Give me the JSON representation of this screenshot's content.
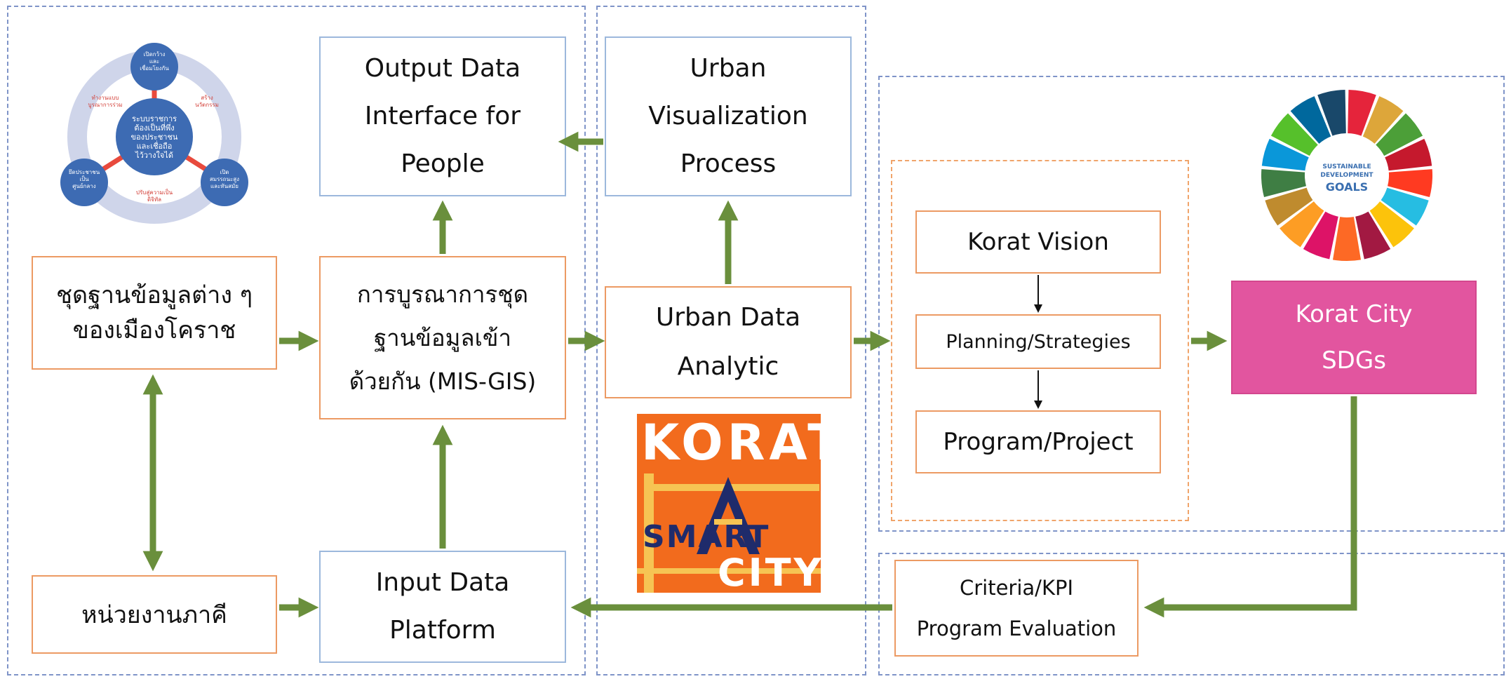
{
  "boxes": {
    "thai_datasets": "ชุดฐานข้อมูลต่าง ๆ\nของเมืองโคราช",
    "thai_partners": "หน่วยงานภาคี",
    "integration": "การบูรณาการชุด\nฐานข้อมูลเข้า\nด้วยกัน (MIS-GIS)",
    "output_interface": "Output Data\nInterface for\nPeople",
    "input_platform": "Input Data\nPlatform",
    "urban_visualization": "Urban\nVisualization\nProcess",
    "urban_analytic": "Urban Data\nAnalytic",
    "korat_vision": "Korat Vision",
    "planning": "Planning/Strategies",
    "program_project": "Program/Project",
    "korat_sdgs": "Korat City\nSDGs",
    "criteria_kpi": "Criteria/KPI\nProgram Evaluation"
  },
  "circle_diagram": {
    "center": "ระบบราชการ\nต้องเป็นที่พึ่ง\nของประชาชน\nและเชื่อถือ\nไว้วางใจได้",
    "top": "เปิดกว้าง\nและ\nเชื่อมโยงกัน",
    "left": "ยึดประชาชน\nเป็น\nศูนย์กลาง",
    "right": "เปิด\nสมรรถนะสูง\nและทันสมัย",
    "label_top_left": "ทำงานแบบ\nบูรณาการร่วม",
    "label_top_right": "สร้าง\nนวัตกรรม",
    "label_bottom": "ปรับสู่ความเป็น\nดิจิทัล"
  },
  "korat_logo": {
    "top": "KORAT",
    "mid": "SMART",
    "bottom": "CITY"
  },
  "sdg_logo": {
    "line1": "SUSTAINABLE",
    "line2": "DEVELOPMENT",
    "line3": "GOALS",
    "segment_colors": [
      "#e5243b",
      "#dda63a",
      "#4c9f38",
      "#c5192d",
      "#ff3a21",
      "#26bde2",
      "#fcc30b",
      "#a21942",
      "#fd6925",
      "#dd1367",
      "#fd9d24",
      "#bf8b2e",
      "#3f7e44",
      "#0a97d9",
      "#56c02b",
      "#00689d",
      "#19486a"
    ]
  },
  "colors": {
    "arrow_green": "#6a8f3c",
    "sdg_pink": "#e2559f",
    "region_blue": "#7f94c8"
  }
}
